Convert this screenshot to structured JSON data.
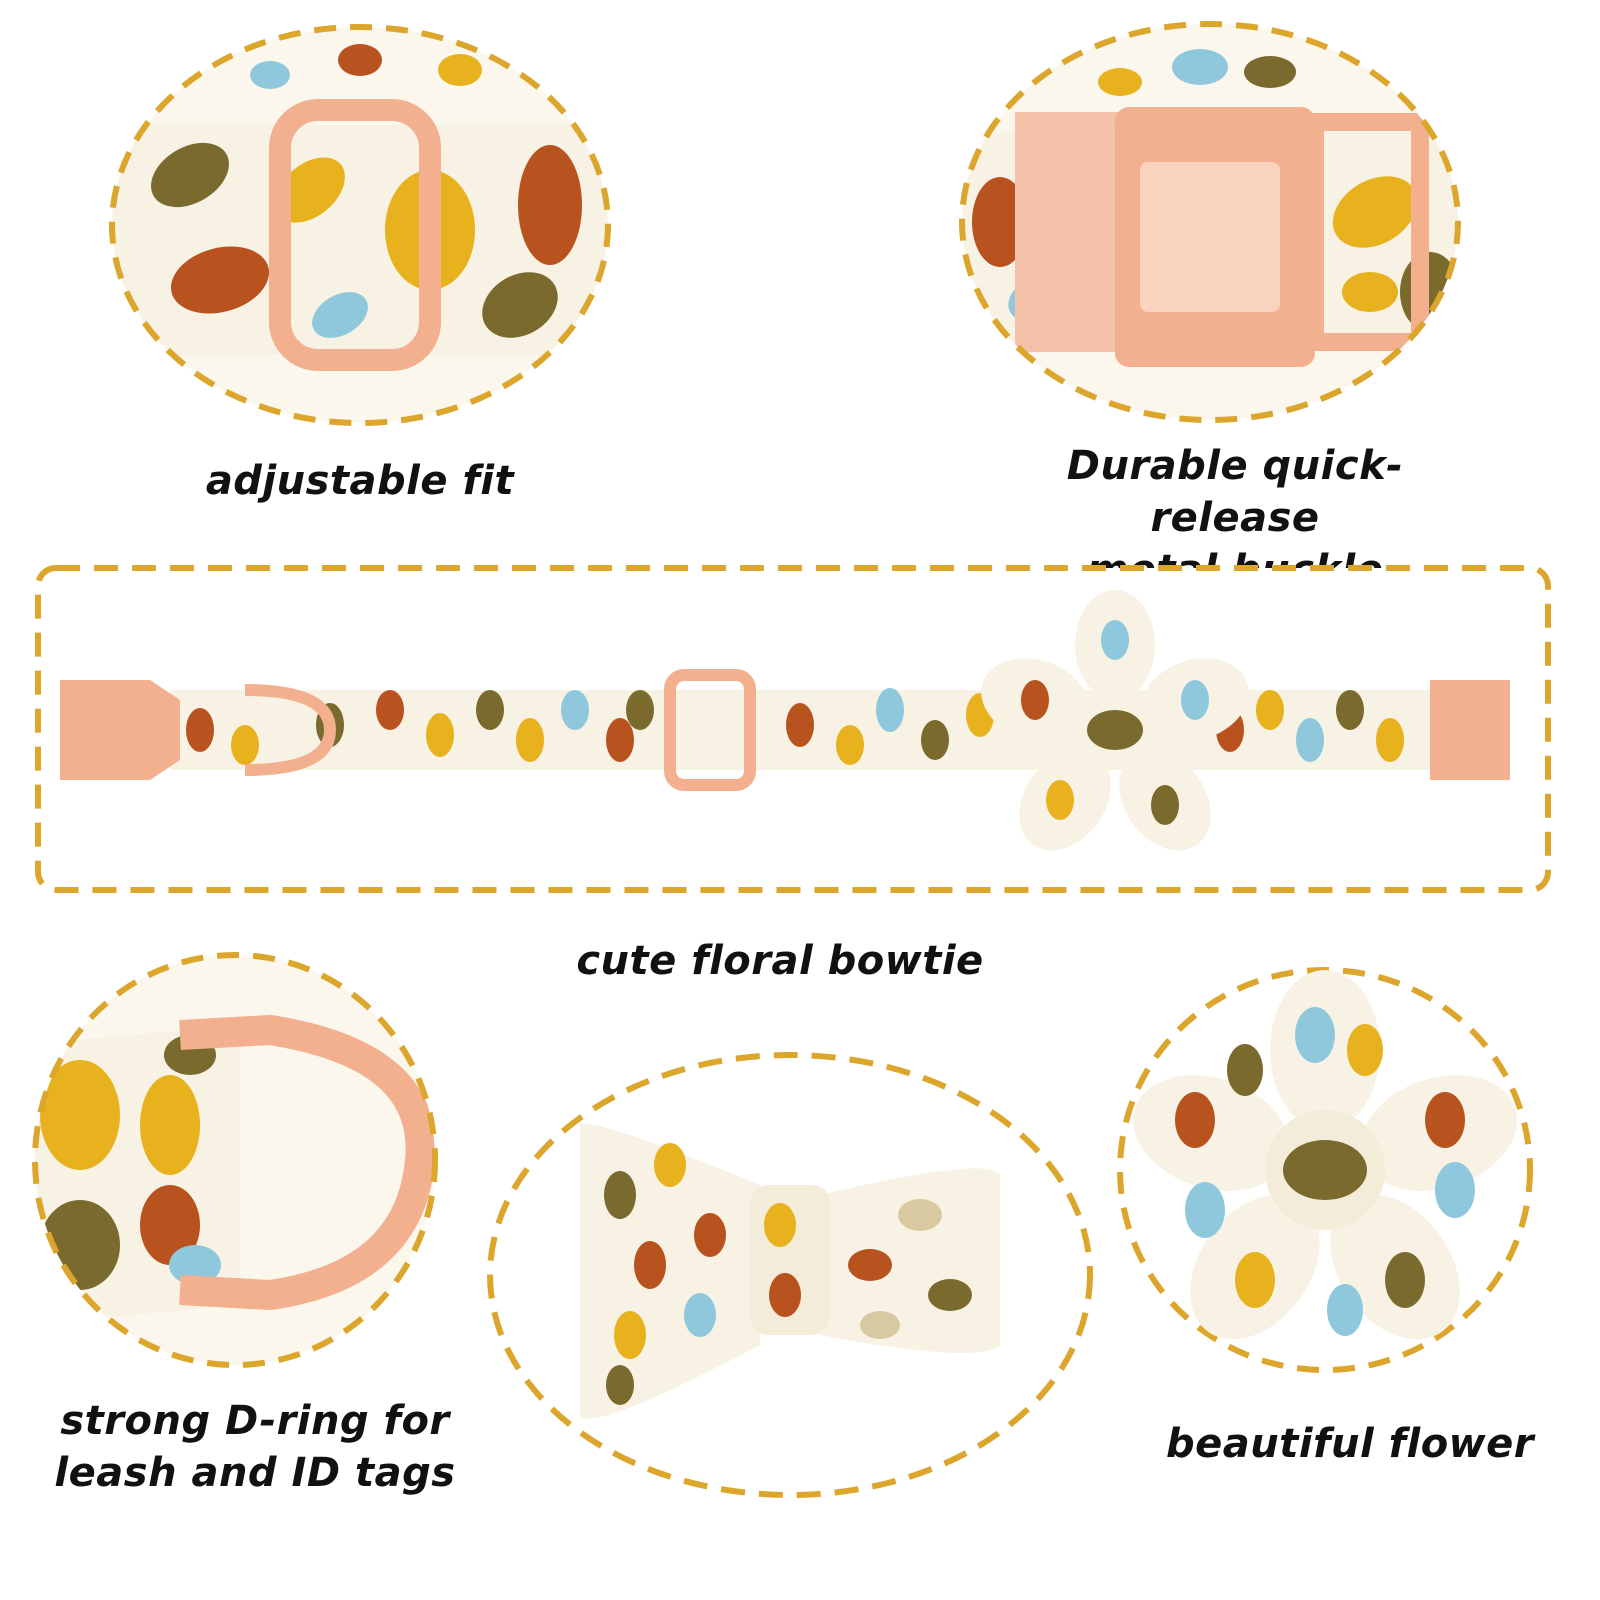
{
  "palette": {
    "dash": "#DCA52C",
    "fabric": "#F7F2E4",
    "ball_yellow": "#E7B21D",
    "ball_rust": "#B8521F",
    "ball_olive": "#7A6A2E",
    "ball_blue": "#8FC7DC",
    "ball_tan": "#D9C9A0",
    "rose_gold": "#F2B08F"
  },
  "captions": {
    "adjustable": "adjustable fit",
    "buckle_line1": "Durable quick-release",
    "buckle_line2": "metal buckle",
    "bowtie": "cute floral bowtie",
    "dring_line1": "strong D-ring for",
    "dring_line2": "leash and ID tags",
    "flower": "beautiful flower"
  }
}
